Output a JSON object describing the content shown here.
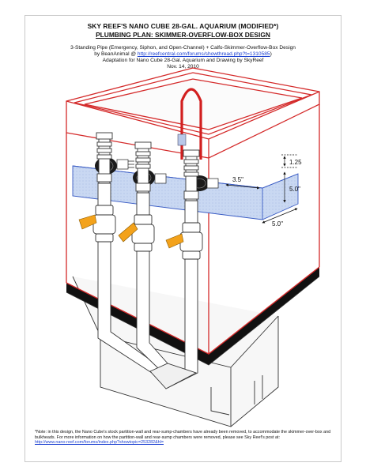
{
  "header": {
    "title_line1": "SKY REEF'S NANO CUBE 28-GAL. AQUARIUM (MODIFIED*)",
    "title_line2": "PLUMBING PLAN:  SKIMMER-OVERFLOW-BOX DESIGN"
  },
  "subtitle": {
    "line1": "3-Standing Pipe (Emergency, Siphon, and Open-Channel) + Calfo-Skimmer-Overflow-Box Design",
    "line2_prefix": "by BeanAnimal @ ",
    "line2_link": "http://reefcentral.com/forums/showthread.php?t=1310585",
    "line2_suffix": ")",
    "line3": "Adaptation for Nano Cube 28-Gal. Aquarium and Drawing by SkyReef",
    "line4": "Nov. 14, 2010"
  },
  "measurements": {
    "top_gap": "1.25",
    "width": "3.5\"",
    "height": "5.0\"",
    "depth": "5.0\""
  },
  "note": {
    "text": "*Note: in this design, the Nano Cube's stock partition-wall and rear-sump-chambers have already been removed, to accommodate the skimmer-over-box and bulkheads.  For more information on how the partition-wall and rear-sump chambers were removed, please see Sky Reef's post at:",
    "link": "http://www.nano-reef.com/forums/index.php?showtopic=253282&hl="
  },
  "colors": {
    "tank_outline": "#d42a2a",
    "water_fill": "#c9d8f2",
    "valve_handle": "#f3a21b",
    "siphon_tube": "#d21f1f",
    "base_band": "#111111"
  }
}
